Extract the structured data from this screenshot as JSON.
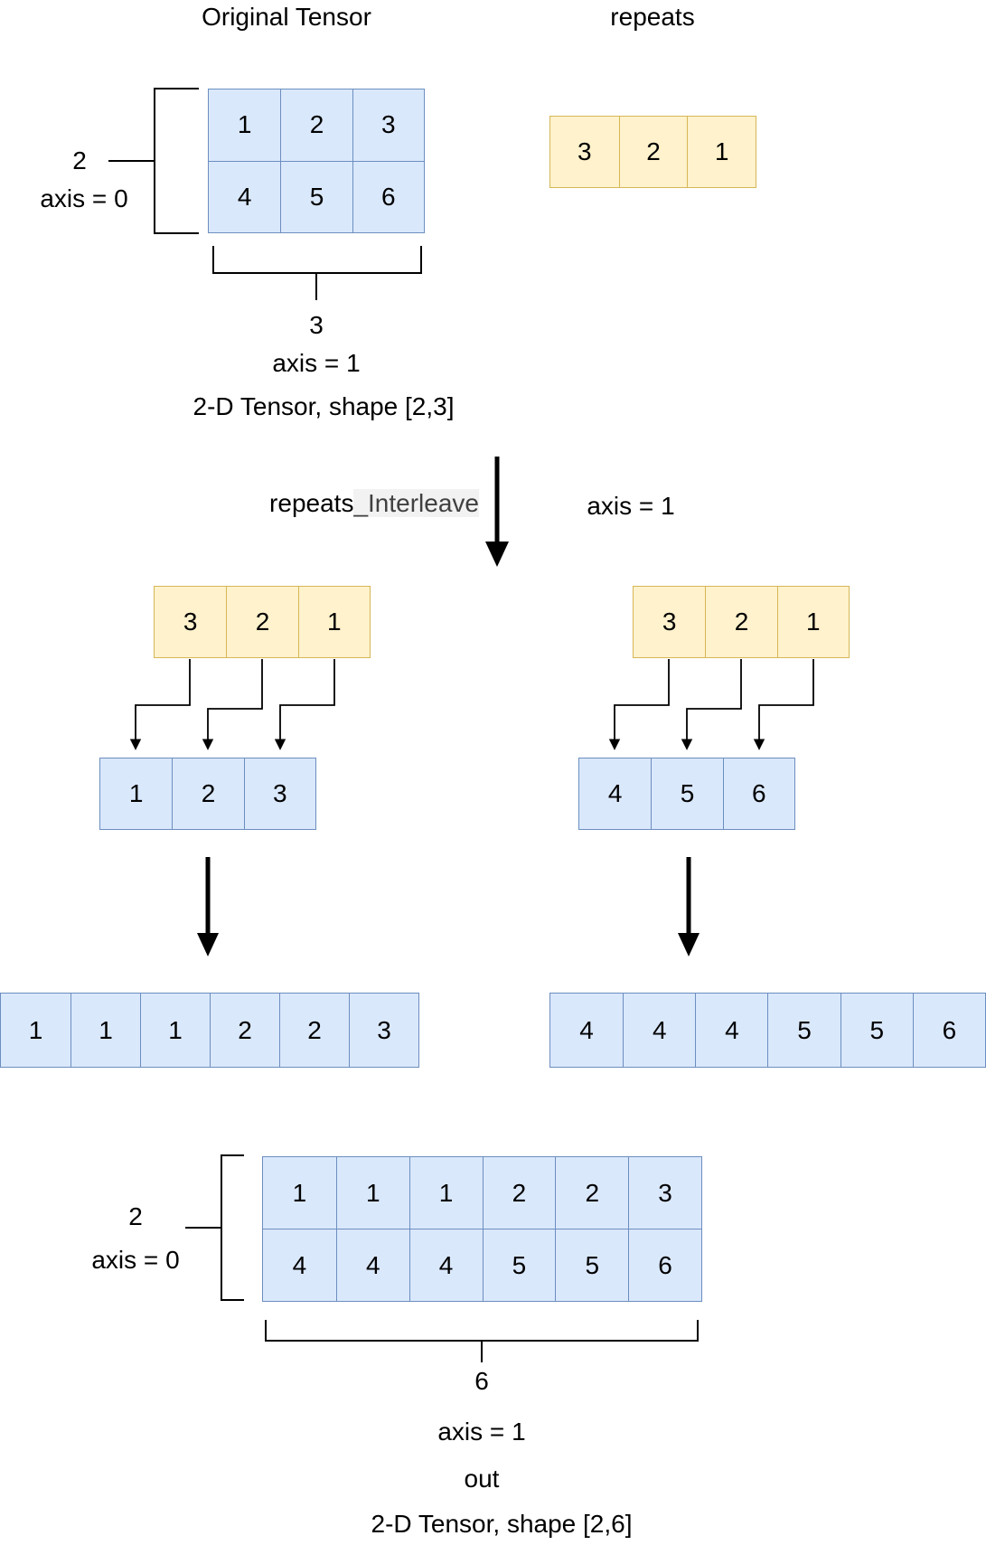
{
  "titles": {
    "original": "Original Tensor",
    "repeats": "repeats"
  },
  "operation": {
    "name_plain": "repeats",
    "name_highlight": "_Interleave",
    "axis_label": "axis = 1"
  },
  "original_tensor": {
    "rows": [
      [
        "1",
        "2",
        "3"
      ],
      [
        "4",
        "5",
        "6"
      ]
    ],
    "row_axis": {
      "dim": "2",
      "label": "axis = 0"
    },
    "col_axis": {
      "dim": "3",
      "label": "axis = 1"
    },
    "caption": "2-D Tensor, shape [2,3]"
  },
  "repeats_tensor": {
    "values": [
      "3",
      "2",
      "1"
    ]
  },
  "branches": {
    "left": {
      "repeats": [
        "3",
        "2",
        "1"
      ],
      "row": [
        "1",
        "2",
        "3"
      ],
      "result": [
        "1",
        "1",
        "1",
        "2",
        "2",
        "3"
      ]
    },
    "right": {
      "repeats": [
        "3",
        "2",
        "1"
      ],
      "row": [
        "4",
        "5",
        "6"
      ],
      "result": [
        "4",
        "4",
        "4",
        "5",
        "5",
        "6"
      ]
    }
  },
  "output_tensor": {
    "rows": [
      [
        "1",
        "1",
        "1",
        "2",
        "2",
        "3"
      ],
      [
        "4",
        "4",
        "4",
        "5",
        "5",
        "6"
      ]
    ],
    "row_axis": {
      "dim": "2",
      "label": "axis = 0"
    },
    "col_axis": {
      "dim": "6",
      "label": "axis = 1"
    },
    "out_label": "out",
    "caption": "2-D Tensor, shape [2,6]"
  },
  "colors": {
    "blue_fill": "#dae8fc",
    "blue_border": "#6c8ebf",
    "yellow_fill": "#fff2cc",
    "yellow_border": "#d6b656",
    "highlight_bg": "#f2f2f2",
    "line": "#000000"
  }
}
